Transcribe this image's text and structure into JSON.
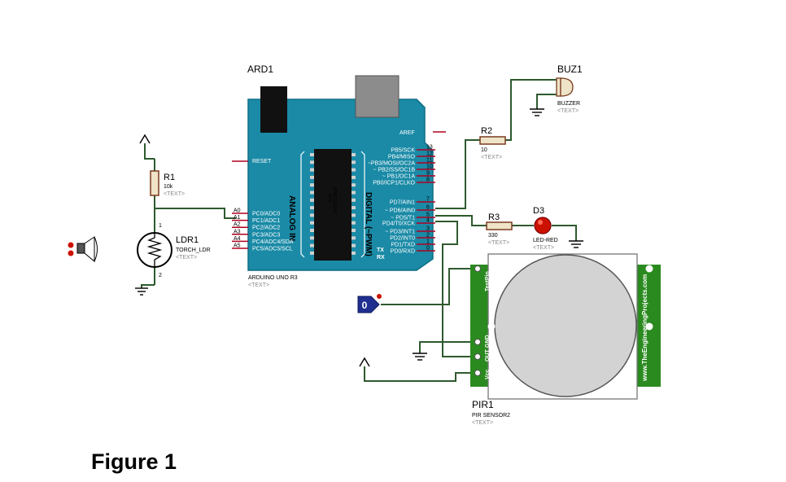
{
  "figure_caption": "Figure 1",
  "placeholder_text": "<TEXT>",
  "ard1": {
    "ref": "ARD1",
    "model": "ARDUINO UNO R3",
    "analog_in_label": "ANALOG IN",
    "digital_label": "DIGITAL (~PWM)",
    "reset_label": "RESET",
    "aref_label": "AREF",
    "chip_label": "ATMEGA328P",
    "chip_sub": "1121",
    "analog_pins": [
      {
        "name": "A0",
        "label": "PC0/ADC0"
      },
      {
        "name": "A1",
        "label": "PC1/ADC1"
      },
      {
        "name": "A2",
        "label": "PC2/ADC2"
      },
      {
        "name": "A3",
        "label": "PC3/ADC3"
      },
      {
        "name": "A4",
        "label": "PC4/ADC4/SDA"
      },
      {
        "name": "A5",
        "label": "PC5/ADC5/SCL"
      }
    ],
    "digital_pins": [
      {
        "num": "13",
        "label": "PB5/SCK"
      },
      {
        "num": "12",
        "label": "PB4/MISO"
      },
      {
        "num": "11",
        "label": "~PB3/MOSI/OC2A"
      },
      {
        "num": "10",
        "label": "~ PB2/SS/OC1B"
      },
      {
        "num": "9",
        "label": "~ PB1/OC1A"
      },
      {
        "num": "8",
        "label": "PB0/ICP1/CLKO"
      },
      {
        "num": "7",
        "label": "PD7/AIN1"
      },
      {
        "num": "6",
        "label": "~ PD6/AIN0"
      },
      {
        "num": "5",
        "label": "~ PD5/T1"
      },
      {
        "num": "4",
        "label": "PD4/T0/XCK"
      },
      {
        "num": "3",
        "label": "~ PD3/INT1"
      },
      {
        "num": "2",
        "label": "PD2/INT0"
      },
      {
        "num": "1",
        "label": "PD1/TXD"
      },
      {
        "num": "0",
        "label": "PD0/RXD"
      }
    ],
    "tx_label": "TX",
    "rx_label": "RX"
  },
  "r1": {
    "ref": "R1",
    "value": "10k"
  },
  "ldr1": {
    "ref": "LDR1",
    "value": "TORCH_LDR",
    "pin1": "1",
    "pin2": "2"
  },
  "r2": {
    "ref": "R2",
    "value": "10"
  },
  "buz1": {
    "ref": "BUZ1",
    "value": "BUZZER"
  },
  "r3": {
    "ref": "R3",
    "value": "330"
  },
  "d3": {
    "ref": "D3",
    "value": "LED-RED"
  },
  "logic_probe": {
    "value": "0"
  },
  "pir1": {
    "ref": "PIR1",
    "value": "PIR SENSOR2",
    "testpin_label": "TestPin",
    "gnd_label": "GND",
    "out_label": "OUT",
    "vcc_label": "Vcc",
    "website": "www.TheEngineeringProjects.com"
  },
  "colors": {
    "board": "#1a8aa6",
    "board_border": "#0f6f86",
    "wire": "#2e5a2e",
    "pir_green": "#2a8a1f",
    "pir_dome": "#d3d3d3",
    "led_red": "#cc1100",
    "resistor_fill": "#efe3c8",
    "resistor_stroke": "#7a3b1e",
    "probe_blue": "#1f2f8f"
  }
}
